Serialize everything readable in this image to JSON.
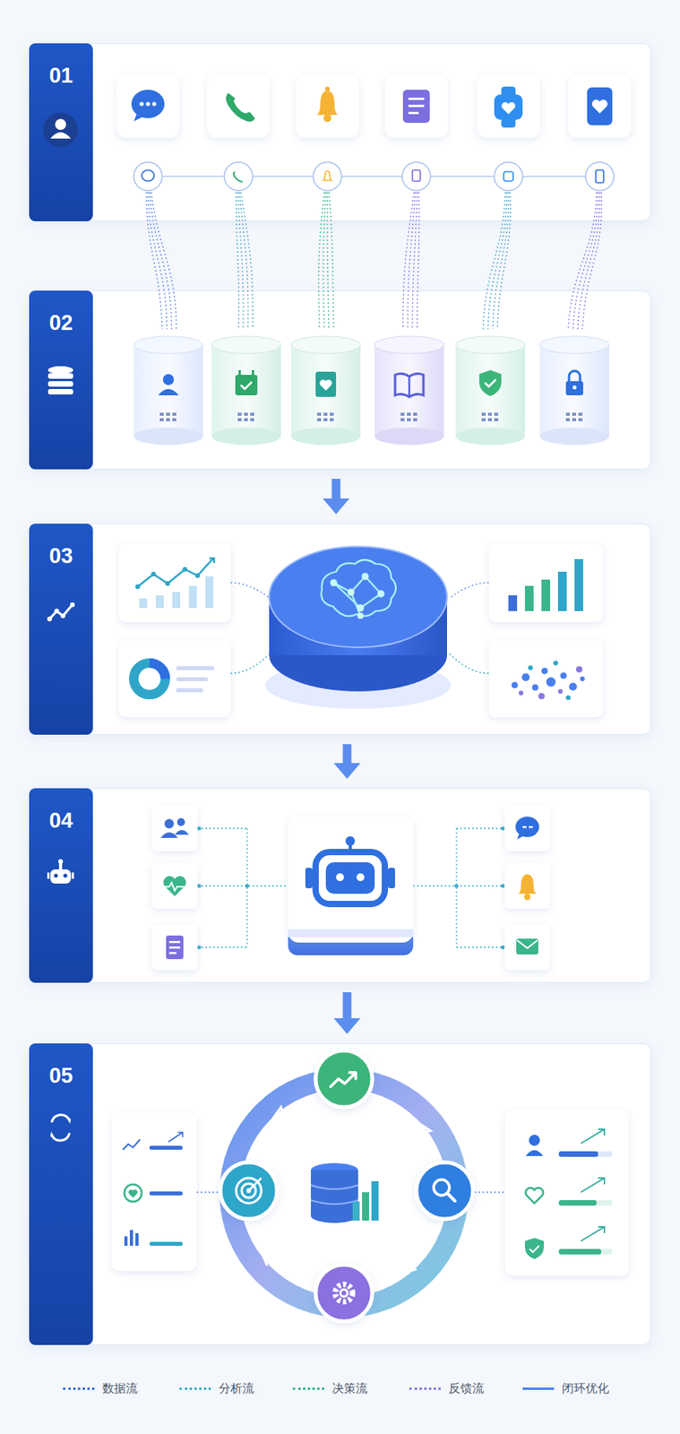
{
  "diagram": {
    "nodes": [
      {
        "text": [
          "01"
        ]
      },
      {
        "text": [
          "02"
        ]
      },
      {
        "text": [
          "03"
        ]
      },
      {
        "text": [
          "04"
        ]
      },
      {
        "text": [
          "05"
        ]
      }
    ],
    "edges": [
      {
        "from": 1,
        "to": 2,
        "arrow": "to"
      },
      {
        "from": 2,
        "to": 3,
        "arrow": "to"
      },
      {
        "from": 3,
        "to": 4,
        "arrow": "to"
      }
    ],
    "legend": [
      {
        "text": "数据流"
      },
      {
        "text": "分析流"
      },
      {
        "text": "决策流"
      },
      {
        "text": "反馈流"
      },
      {
        "text": "闭环优化"
      }
    ]
  }
}
